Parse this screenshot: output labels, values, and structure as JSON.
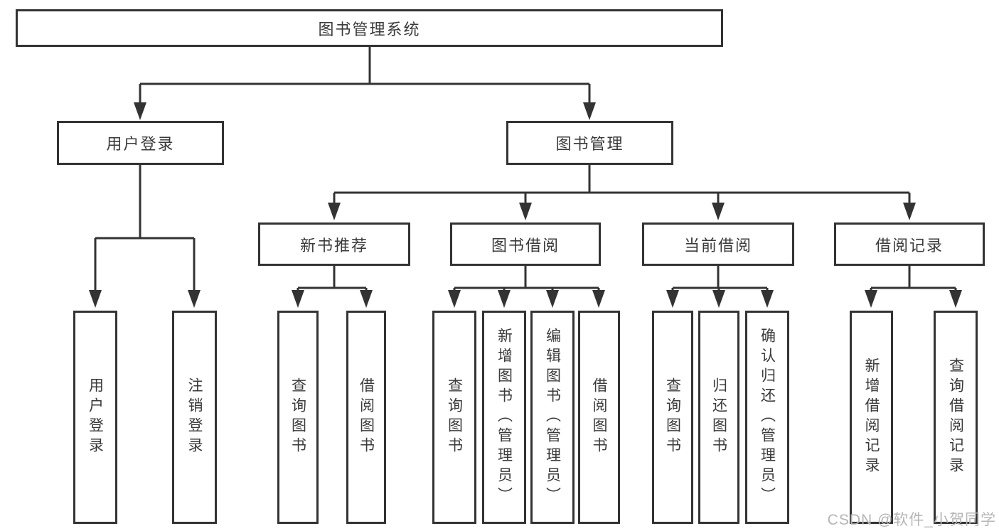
{
  "tree": {
    "label": "图书管理系统",
    "children": [
      {
        "label": "用户登录",
        "children": [
          {
            "label": "用户登录"
          },
          {
            "label": "注销登录"
          }
        ]
      },
      {
        "label": "图书管理",
        "children": [
          {
            "label": "新书推荐",
            "children": [
              {
                "label": "查询图书"
              },
              {
                "label": "借阅图书"
              }
            ]
          },
          {
            "label": "图书借阅",
            "children": [
              {
                "label": "查询图书"
              },
              {
                "label": "新增图书（管理员）"
              },
              {
                "label": "编辑图书（管理员）"
              },
              {
                "label": "借阅图书"
              }
            ]
          },
          {
            "label": "当前借阅",
            "children": [
              {
                "label": "查询图书"
              },
              {
                "label": "归还图书"
              },
              {
                "label": "确认归还（管理员）"
              }
            ]
          },
          {
            "label": "借阅记录",
            "children": [
              {
                "label": "新增借阅记录"
              },
              {
                "label": "查询借阅记录"
              }
            ]
          }
        ]
      }
    ]
  },
  "watermark": {
    "text": "CSDN @软件_小贺同学"
  },
  "colors": {
    "line": "#333333",
    "text": "#3a3a3a",
    "background": "#ffffff",
    "watermark": "#b5b5b5"
  }
}
